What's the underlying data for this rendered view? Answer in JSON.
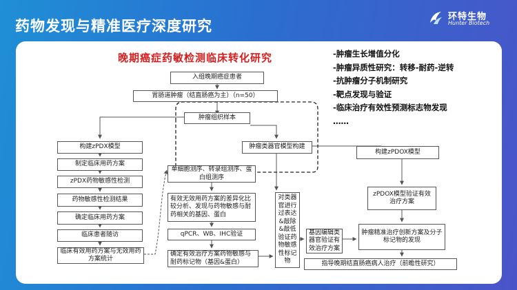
{
  "header": {
    "title": "药物发现与精准医疗深度研究",
    "logo_cn": "环特生物",
    "logo_en": "Hunter Biotech"
  },
  "main_title": "晚期癌症药敏检测临床转化研究",
  "bullets": [
    "-肿瘤生长增值分化",
    "-肿瘤异质性研究：转移-耐药-逆转",
    "-抗肿瘤分子机制研究",
    "-靶点发现与验证",
    "-临床治疗有效性预测标志物发现",
    "……"
  ],
  "flow": {
    "enroll": "入组晚期癌症患者",
    "gi_tumor": "胃肠道肿瘤（结直肠癌为主）（n=50）",
    "tissue": "肿瘤组织样本",
    "pdx_build": "构建zPDX模型",
    "pdx_plan": "制定临床用药方案",
    "pdx_test": "zPDX药物敏感性检测",
    "pdx_result": "药物敏感性检测结果",
    "confirm_plan": "确定临床用药方案",
    "followup": "临床患者随访",
    "effective_stats": "临床有效用药方案与无效用药方案统计",
    "organoid_build": "肿瘤类器官模型构建",
    "sequencing": "单细胞测序、转录组测序、蛋白组测序",
    "diff_analysis": "有效无效用药方案的差异化比较分析、发现与药物敏感与耐药相关的基因、蛋白",
    "validation": "qPCR、WB、IHC验证",
    "markers": "确定有效治疗方案药物敏感与耐药标记物（基因&蛋白）",
    "organoid_verify": "对类器官进行过表达&敲除&敲低验证药物敏感性标记物",
    "gene_edit": "基因编辑类器官验证有效治疗方案",
    "pdox_build": "构建zPDOX模型",
    "pdox_verify": "zPDOX模型验证有效治疗方案",
    "new_plan": "肿瘤精准治疗创新方案及分子标记物的发现",
    "guide": "指导晚期结直肠癌病人治疗（前瞻性研究）"
  },
  "colors": {
    "title_red": "#d81e1e",
    "header_blue": "#2a6fd0"
  }
}
